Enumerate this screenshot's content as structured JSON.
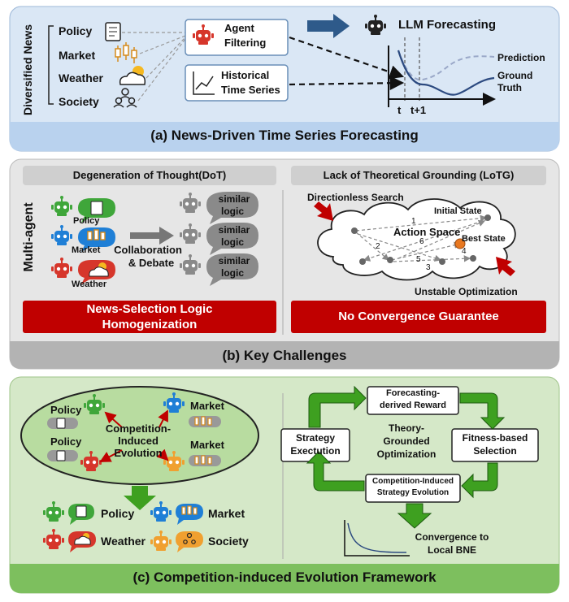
{
  "panel_a": {
    "side_label": "Diversified News",
    "news": [
      "Policy",
      "Market",
      "Weather",
      "Society"
    ],
    "agent_filtering": [
      "Agent",
      "Filtering"
    ],
    "historical": [
      "Historical",
      "Time Series"
    ],
    "llm_forecasting": "LLM Forecasting",
    "prediction": "Prediction",
    "ground_truth": [
      "Ground",
      "Truth"
    ],
    "t": "t",
    "t1": "t+1",
    "caption": "(a) News-Driven Time Series Forecasting"
  },
  "panel_b": {
    "dot_title": "Degeneration of Thought(DoT)",
    "lotg_title": "Lack of Theoretical Grounding (LoTG)",
    "side_label": "Multi-agent",
    "agents": [
      "Policy",
      "Market",
      "Weather"
    ],
    "similar": [
      "similar",
      "logic"
    ],
    "collab": [
      "Collaboration",
      "& Debate"
    ],
    "directionless": "Directionless Search",
    "initial_state": "Initial State",
    "action_space": "Action Space",
    "best_state": "Best State",
    "unstable": "Unstable Optimization",
    "steps": [
      "1",
      "2",
      "3",
      "4",
      "5",
      "6"
    ],
    "left_banner": [
      "News-Selection Logic",
      "Homogenization"
    ],
    "right_banner": "No Convergence Guarantee",
    "caption": "(b) Key Challenges"
  },
  "panel_c": {
    "ellipse_left": [
      "Policy",
      "Policy"
    ],
    "ellipse_right": [
      "Market",
      "Market"
    ],
    "center": [
      "Competition-",
      "Induced",
      "Evolution"
    ],
    "bottom": [
      "Policy",
      "Market",
      "Weather",
      "Society"
    ],
    "forecast_reward": [
      "Forecasting-",
      "derived Reward"
    ],
    "strategy_exec": [
      "Strategy",
      "Exectution"
    ],
    "fitness": [
      "Fitness-based",
      "Selection"
    ],
    "cise": [
      "Competition-Induced",
      "Strategy Evolution"
    ],
    "theory": [
      "Theory-",
      "Grounded",
      "Optimization"
    ],
    "convergence": [
      "Convergence to",
      "Local BNE"
    ],
    "caption": "(c) Competition-induced Evolution Framework"
  },
  "colors": {
    "panel_a_bg": "#dae7f5",
    "panel_a_caption": "#b9d2ee",
    "panel_b_bg": "#e6e6e6",
    "panel_b_caption": "#b3b3b3",
    "panel_c_bg": "#d5e8c8",
    "panel_c_caption": "#7dbf5e",
    "red_banner": "#c00000",
    "green_arrow": "#3ea020",
    "navy_arrow": "#2e5a8a"
  }
}
